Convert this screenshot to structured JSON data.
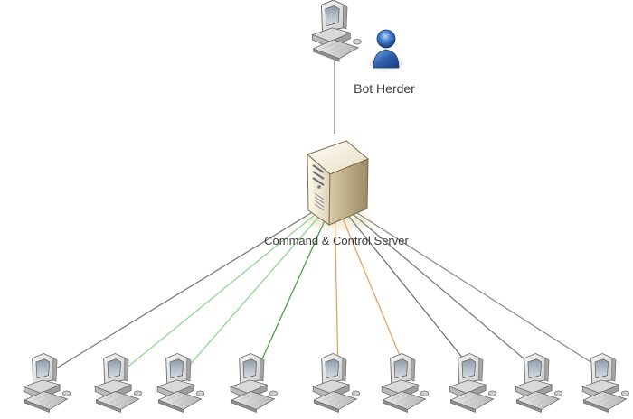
{
  "nodes": {
    "bot_herder": {
      "label": "Bot Herder",
      "icon": "user-person-icon"
    },
    "command_server": {
      "label": "Command & Control Server",
      "icon": "server-tower-icon"
    },
    "bots": {
      "count": 9,
      "icon": "desktop-computer-icon"
    },
    "herder_computer": {
      "icon": "desktop-computer-icon"
    }
  },
  "connections": {
    "herder_to_server": {
      "color": "#8a8a8a"
    },
    "server_to_bots": [
      {
        "color": "#7a7a7a"
      },
      {
        "color": "#8fd68f"
      },
      {
        "color": "#8fd68f"
      },
      {
        "color": "#3fa33f"
      },
      {
        "color": "#e6a05b"
      },
      {
        "color": "#e6a05b"
      },
      {
        "color": "#6f6f6f"
      },
      {
        "color": "#777777"
      },
      {
        "color": "#8a8a8a"
      }
    ]
  }
}
